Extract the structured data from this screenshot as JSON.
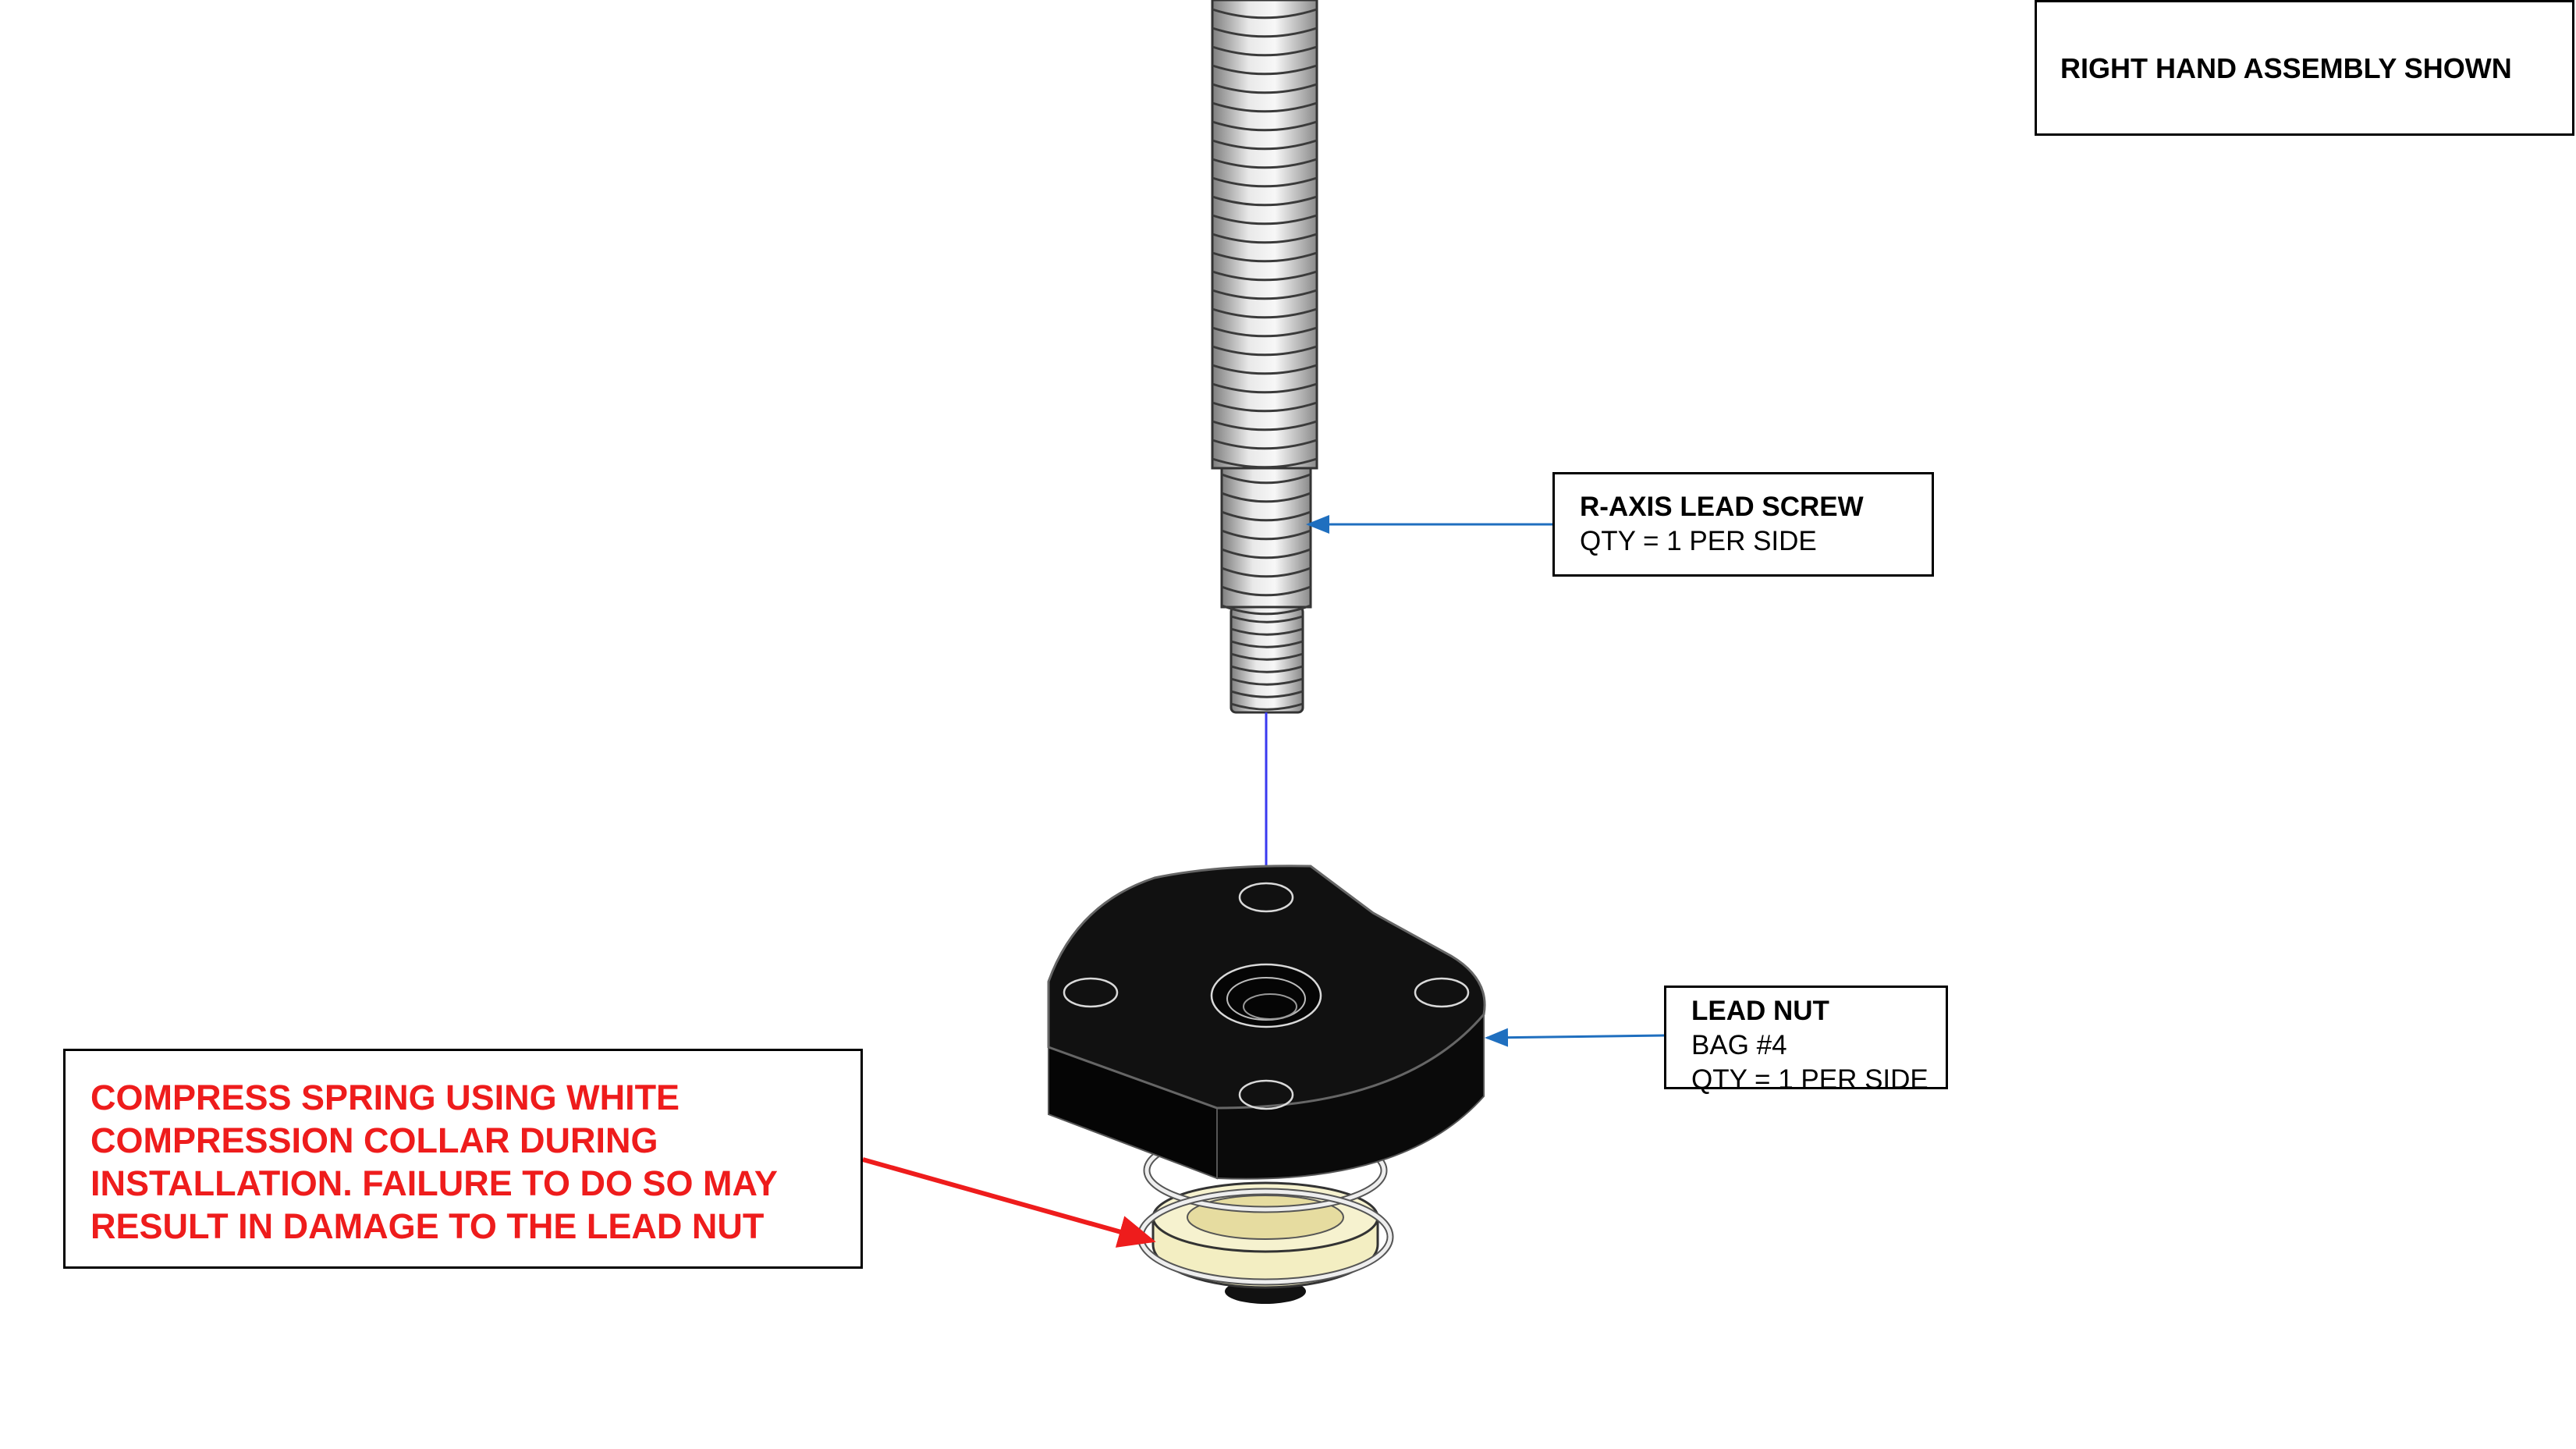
{
  "title_box": {
    "text": "RIGHT HAND ASSEMBLY SHOWN"
  },
  "callouts": {
    "lead_screw": {
      "name": "R-AXIS LEAD SCREW",
      "qty": "QTY = 1 PER SIDE"
    },
    "lead_nut": {
      "name": "LEAD NUT",
      "bag": "BAG #4",
      "qty": "QTY = 1 PER SIDE"
    },
    "warning": {
      "lines": [
        "COMPRESS SPRING USING WHITE",
        "COMPRESSION COLLAR DURING",
        "INSTALLATION. FAILURE TO DO SO MAY",
        "RESULT IN DAMAGE TO THE LEAD NUT"
      ]
    }
  },
  "colors": {
    "leader_blue": "#1f6fbf",
    "warning_red": "#ee1c1c",
    "nut_black": "#0d0d0d",
    "collar_cream": "#f3eec2",
    "screw_gray": "#bdbdbd"
  }
}
